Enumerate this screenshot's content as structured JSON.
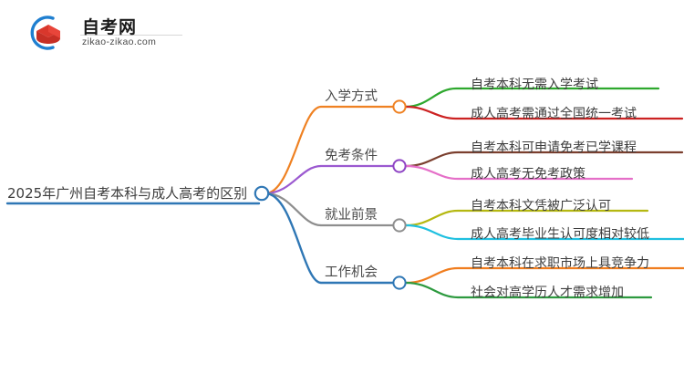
{
  "logo": {
    "name_cn": "自考网",
    "url": "zikao-zikao.com",
    "mark_icon": "graduation-book-logo-icon",
    "arc_color": "#1f7fd0",
    "cap_color": "#d9372c"
  },
  "mindmap": {
    "root": {
      "label": "2025年广州自考本科与成人高考的区别",
      "underline_color": "#2f77b5",
      "node_color": "#2f77b5"
    },
    "branches": [
      {
        "label": "入学方式",
        "underline_color": "#ef8122",
        "node_color": "#ef8122",
        "leaves": [
          {
            "label": "自考本科无需入学考试",
            "color": "#2ea82e"
          },
          {
            "label": "成人高考需通过全国统一考试",
            "color": "#cc2222"
          }
        ]
      },
      {
        "label": "免考条件",
        "underline_color": "#9b59d0",
        "node_color": "#8e44c4",
        "leaves": [
          {
            "label": "自考本科可申请免考已学课程",
            "color": "#7b3f2e"
          },
          {
            "label": "成人高考无免考政策",
            "color": "#e56fc8"
          }
        ]
      },
      {
        "label": "就业前景",
        "underline_color": "#8e8e8e",
        "node_color": "#8e8e8e",
        "leaves": [
          {
            "label": "自考本科文凭被广泛认可",
            "color": "#b5b811"
          },
          {
            "label": "成人高考毕业生认可度相对较低",
            "color": "#1fc0e0"
          }
        ]
      },
      {
        "label": "工作机会",
        "underline_color": "#2f77b5",
        "node_color": "#2f77b5",
        "leaves": [
          {
            "label": "自考本科在求职市场上具竞争力",
            "color": "#f07d1e"
          },
          {
            "label": "社会对高学历人才需求增加",
            "color": "#2d9a3f"
          }
        ]
      }
    ]
  }
}
